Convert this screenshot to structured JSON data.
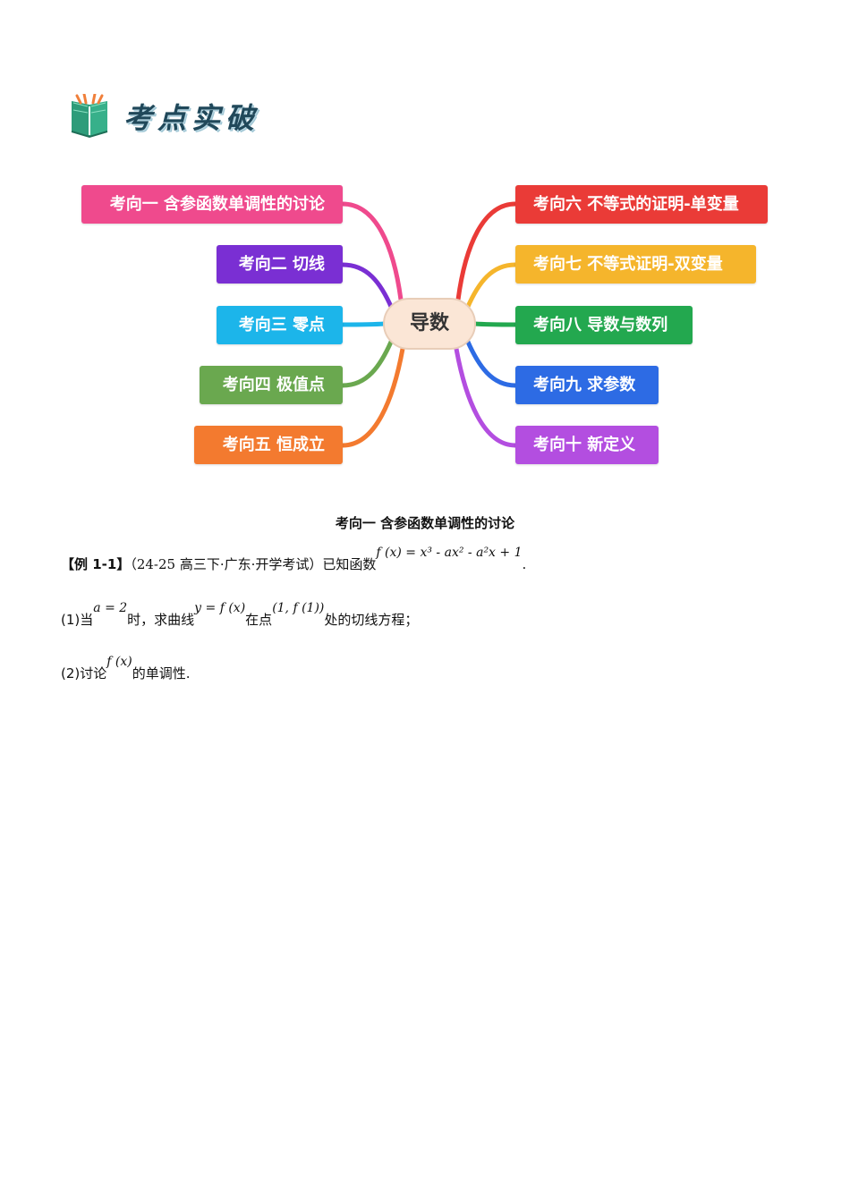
{
  "header": {
    "title": "考点实破"
  },
  "mindmap": {
    "center": "导数",
    "left": [
      {
        "label": "考向一  含参函数单调性的讨论",
        "color": "#ef4a8d"
      },
      {
        "label": "考向二  切线",
        "color": "#7a2fd3"
      },
      {
        "label": "考向三  零点",
        "color": "#1cb5ea"
      },
      {
        "label": "考向四  极值点",
        "color": "#6aa84f"
      },
      {
        "label": "考向五  恒成立",
        "color": "#f37a2f"
      }
    ],
    "right": [
      {
        "label": "考向六  不等式的证明-单变量",
        "color": "#ea3b37"
      },
      {
        "label": "考向七   不等式证明-双变量",
        "color": "#f5b52c"
      },
      {
        "label": "考向八  导数与数列",
        "color": "#23a84f"
      },
      {
        "label": "考向九  求参数",
        "color": "#2d6be4"
      },
      {
        "label": "考向十  新定义",
        "color": "#b34ee0"
      }
    ]
  },
  "section": {
    "heading": "考向一  含参函数单调性的讨论"
  },
  "example": {
    "tag": "【例 1-1】",
    "source": "（24-25 高三下·广东·开学考试）已知函数",
    "formula": "f (x) = x³ - ax² - a²x + 1",
    "end": "."
  },
  "part1": {
    "num": "(1)",
    "t1": "当",
    "m1": "a = 2",
    "t2": "时，求曲线",
    "m2": "y = f (x)",
    "t3": "在点",
    "m3": "(1, f (1))",
    "t4": "处的切线方程；"
  },
  "part2": {
    "num": "(2)",
    "t1": "讨论",
    "m1": "f (x)",
    "t2": "的单调性."
  }
}
